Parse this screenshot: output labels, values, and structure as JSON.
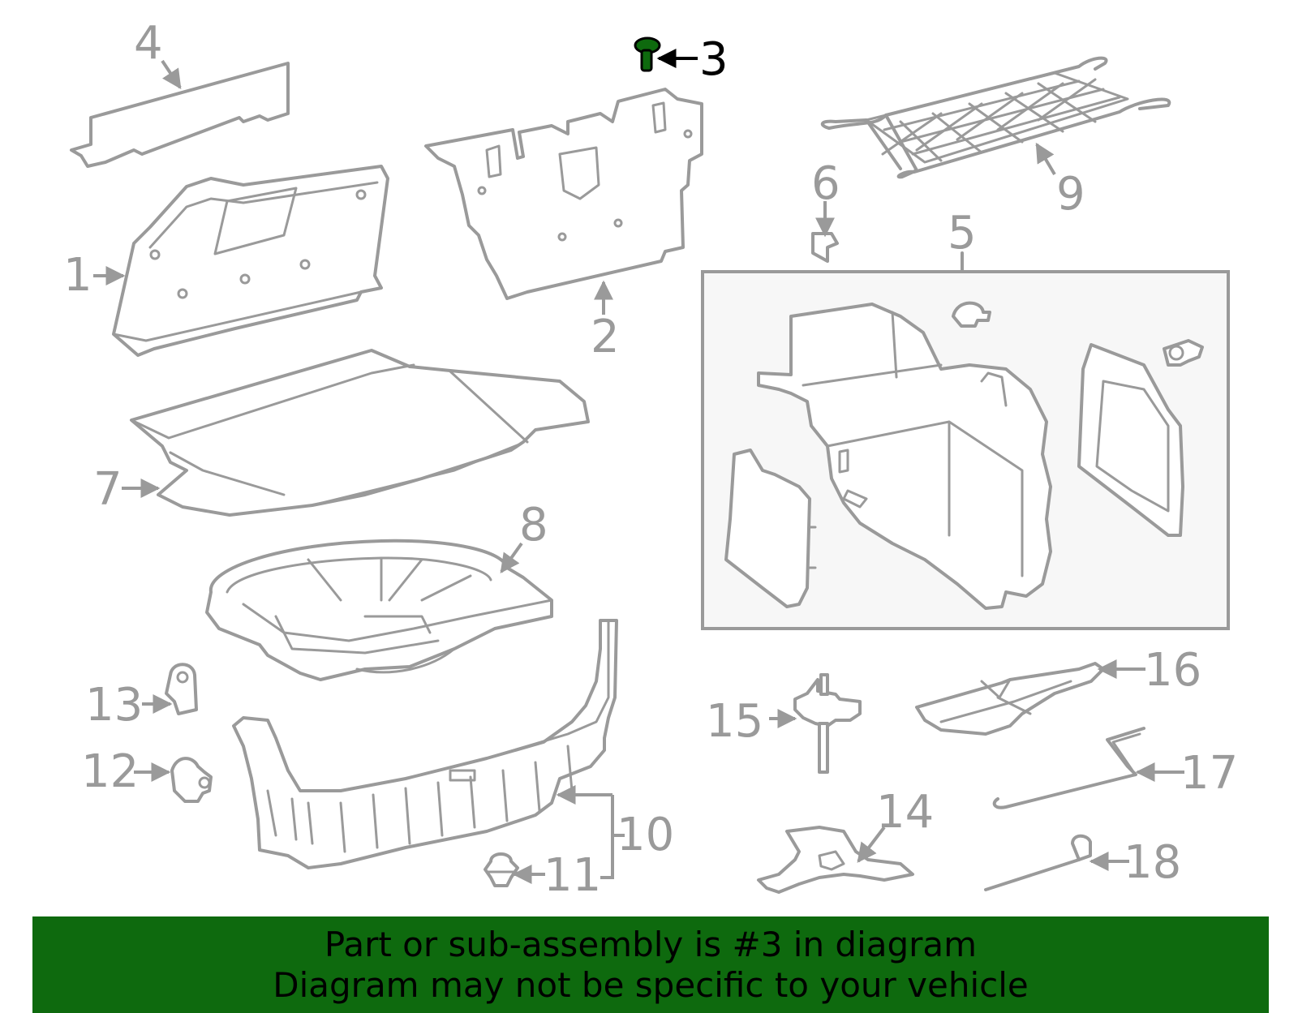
{
  "diagram": {
    "highlighted_part": "3",
    "highlight_color": "#0e6a0e",
    "line_color": "#9a9a9a",
    "callouts": {
      "c1": "1",
      "c2": "2",
      "c3": "3",
      "c4": "4",
      "c5": "5",
      "c6": "6",
      "c7": "7",
      "c8": "8",
      "c9": "9",
      "c10": "10",
      "c11": "11",
      "c12": "12",
      "c13": "13",
      "c14": "14",
      "c15": "15",
      "c16": "16",
      "c17": "17",
      "c18": "18"
    }
  },
  "banner": {
    "line1": "Part or sub-assembly is #3 in diagram",
    "line2": "Diagram may not be specific to your vehicle",
    "background": "#0e6a0e"
  }
}
